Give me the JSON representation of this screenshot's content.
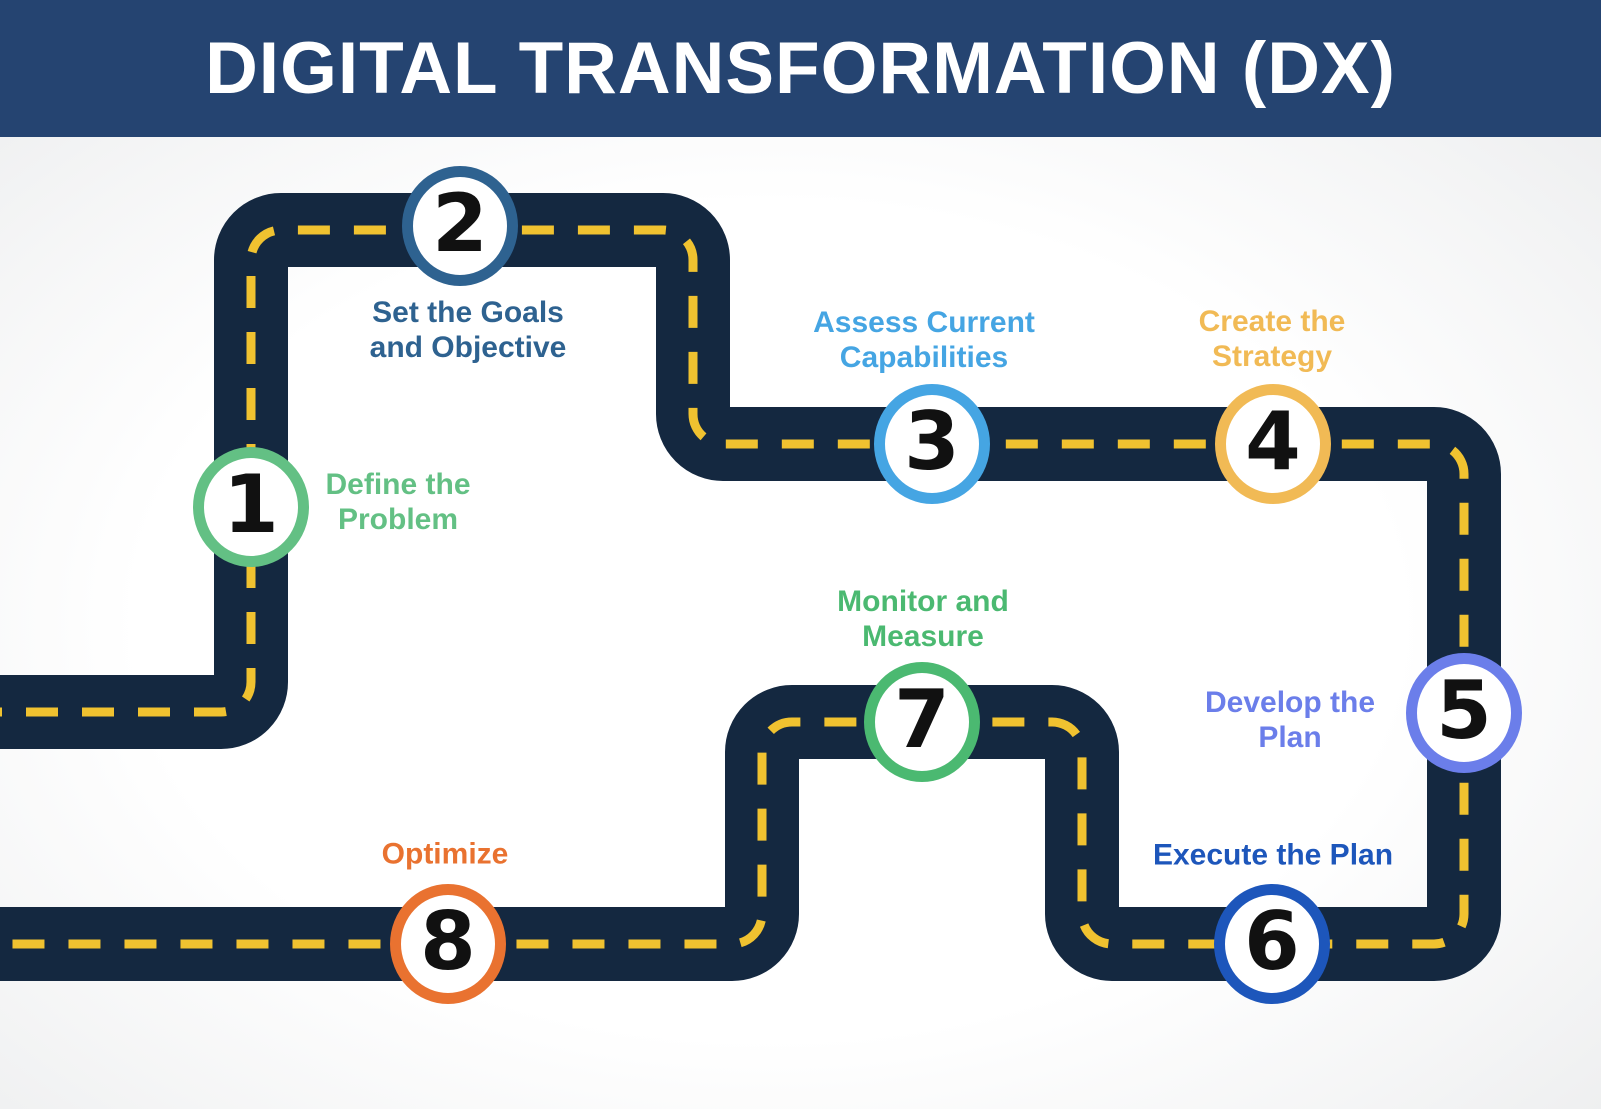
{
  "title": "DIGITAL TRANSFORMATION (DX)",
  "colors": {
    "header_bg": "#254471",
    "title_text": "#FFFFFF",
    "road": "#142840",
    "road_dash": "#F0C230",
    "number_text": "#111111",
    "marker_fill": "#FFFFFF"
  },
  "steps": [
    {
      "number": "1",
      "label": "Define the\nProblem",
      "color": "#63C084"
    },
    {
      "number": "2",
      "label": "Set the Goals\nand Objective",
      "color": "#2E6290"
    },
    {
      "number": "3",
      "label": "Assess Current\nCapabilities",
      "color": "#45A5E3"
    },
    {
      "number": "4",
      "label": "Create the\nStrategy",
      "color": "#F1BA55"
    },
    {
      "number": "5",
      "label": "Develop the\nPlan",
      "color": "#6B7EEA"
    },
    {
      "number": "6",
      "label": "Execute the Plan",
      "color": "#1D56BB"
    },
    {
      "number": "7",
      "label": "Monitor and\nMeasure",
      "color": "#4BB971"
    },
    {
      "number": "8",
      "label": "Optimize",
      "color": "#E97230"
    }
  ]
}
